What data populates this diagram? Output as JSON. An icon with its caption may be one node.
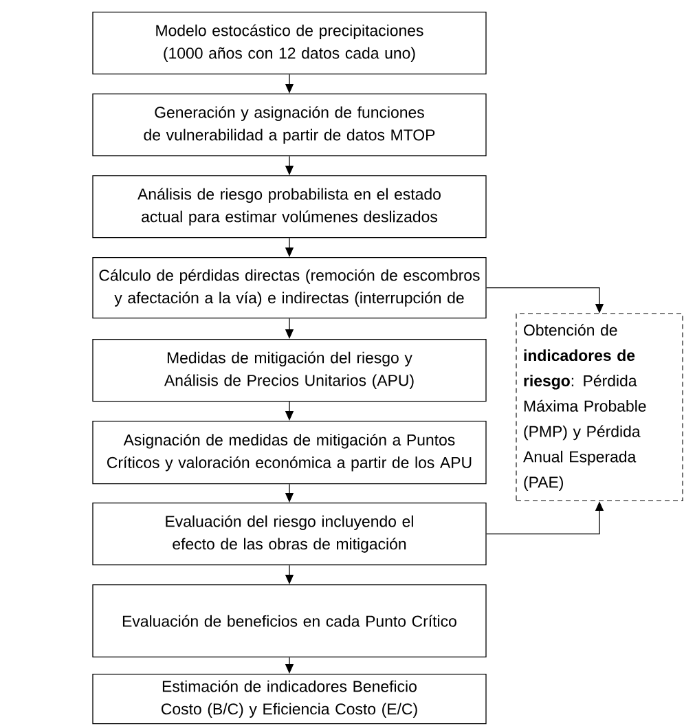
{
  "diagram": {
    "nodes": [
      {
        "text": [
          "Modelo estocástico de precipitaciones (1000 años con 12 datos cada uno)"
        ]
      },
      {
        "text": [
          "Generación y asignación de funciones de vulnerabilidad a partir de datos MTOP"
        ]
      },
      {
        "text": [
          "Análisis de riesgo probabilista en el estado actual para estimar volúmenes deslizados"
        ]
      },
      {
        "text": [
          "Cálculo de pérdidas directas (remoción de escombros y afectación a la vía) e indirectas (interrupción de"
        ]
      },
      {
        "text": [
          "Medidas de mitigación del riesgo y Análisis de Precios Unitarios (APU)"
        ]
      },
      {
        "text": [
          "Asignación de medidas de mitigación a Puntos Críticos y valoración económica a partir de los APU"
        ]
      },
      {
        "text": [
          "Evaluación del riesgo incluyendo el efecto de las obras de mitigación"
        ]
      },
      {
        "text": [
          "Evaluación de beneficios en cada Punto Crítico"
        ]
      },
      {
        "text": [
          "Estimación de indicadores Beneficio Costo (B/C) y Eficiencia Costo (E/C)"
        ]
      },
      {
        "text": [
          "Obtención de **indicadores de riesgo**: Pérdida Máxima Probable (PMP) y Pérdida Anual Esperada (PAE)"
        ]
      }
    ],
    "edges": [
      {
        "from": 0,
        "to": 1,
        "arrow": "to"
      },
      {
        "from": 1,
        "to": 2,
        "arrow": "to"
      },
      {
        "from": 2,
        "to": 3,
        "arrow": "to"
      },
      {
        "from": 3,
        "to": 4,
        "arrow": "to"
      },
      {
        "from": 4,
        "to": 5,
        "arrow": "to"
      },
      {
        "from": 5,
        "to": 6,
        "arrow": "to"
      },
      {
        "from": 6,
        "to": 7,
        "arrow": "to"
      },
      {
        "from": 7,
        "to": 8,
        "arrow": "to"
      },
      {
        "from": 3,
        "to": 9,
        "arrow": "to"
      },
      {
        "from": 6,
        "to": 9,
        "arrow": "to"
      }
    ]
  }
}
